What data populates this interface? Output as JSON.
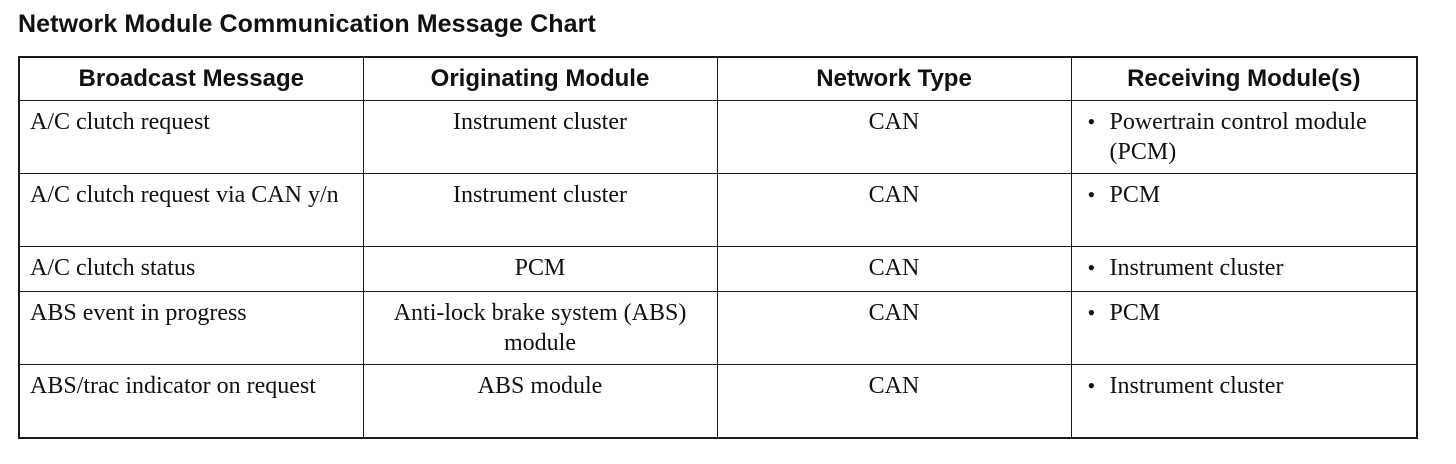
{
  "title": "Network Module Communication Message Chart",
  "columns": [
    "Broadcast Message",
    "Originating Module",
    "Network Type",
    "Receiving Module(s)"
  ],
  "rows": [
    {
      "message": "A/C clutch request",
      "origin": "Instrument cluster",
      "network": "CAN",
      "receiving": "Powertrain control module (PCM)"
    },
    {
      "message": "A/C clutch request via CAN y/n",
      "origin": "Instrument cluster",
      "network": "CAN",
      "receiving": "PCM"
    },
    {
      "message": "A/C clutch status",
      "origin": "PCM",
      "network": "CAN",
      "receiving": "Instrument cluster"
    },
    {
      "message": "ABS event in progress",
      "origin": "Anti-lock brake system (ABS) module",
      "network": "CAN",
      "receiving": "PCM"
    },
    {
      "message": "ABS/trac indicator on request",
      "origin": "ABS module",
      "network": "CAN",
      "receiving": "Instrument cluster"
    }
  ],
  "bullet_glyph": "•"
}
